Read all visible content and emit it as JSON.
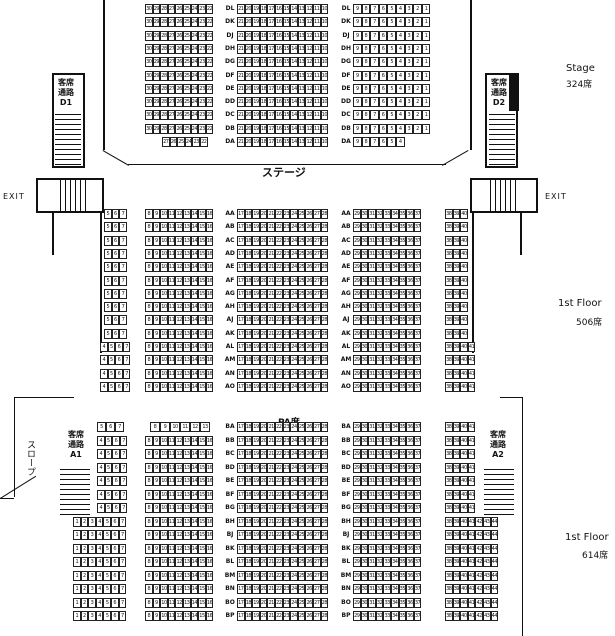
{
  "labels": {
    "stage": "ステージ",
    "pa": "PA席",
    "exit_left": "EXIT",
    "exit_right": "EXIT",
    "slope": "スロープ",
    "aisle_d1": "客席\n通路\nD1",
    "aisle_d2": "客席\n通路\nD2",
    "aisle_a1": "客席\n通路\nA1",
    "aisle_a2": "客席\n通路\nA2",
    "floor_stage_title": "Stage",
    "floor_stage_count": "324席",
    "floor_1st_title": "1st Floor",
    "floor_1st_count": "506席",
    "floor_1st2_title": "1st Floor",
    "floor_1st2_count": "614席"
  },
  "stage_rows": [
    "DL",
    "DK",
    "DJ",
    "DH",
    "DG",
    "DF",
    "DE",
    "DD",
    "DC",
    "DB",
    "DA"
  ],
  "upper_rows": [
    "AA",
    "AB",
    "AC",
    "AD",
    "AE",
    "AF",
    "AG",
    "AH",
    "AJ",
    "AK",
    "AL",
    "AM",
    "AN",
    "AO"
  ],
  "lower_rows": [
    "BA",
    "BB",
    "BC",
    "BD",
    "BE",
    "BF",
    "BG",
    "BH",
    "BJ",
    "BK",
    "BL",
    "BM",
    "BN",
    "BO",
    "BP"
  ]
}
